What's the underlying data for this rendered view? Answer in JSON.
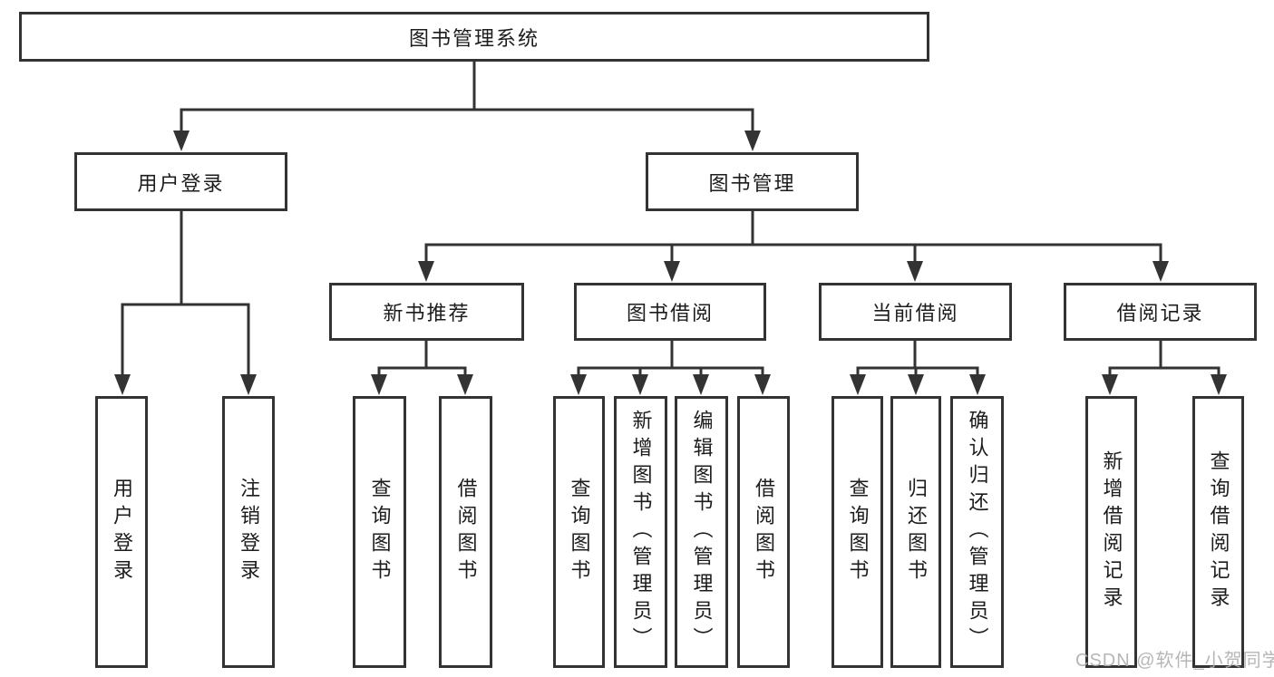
{
  "diagram": {
    "type": "hierarchy-tree",
    "root": {
      "label": "图书管理系统",
      "children": [
        {
          "label": "用户登录",
          "children": [
            {
              "label": "用户登录"
            },
            {
              "label": "注销登录"
            }
          ]
        },
        {
          "label": "图书管理",
          "children": [
            {
              "label": "新书推荐",
              "children": [
                {
                  "label": "查询图书"
                },
                {
                  "label": "借阅图书"
                }
              ]
            },
            {
              "label": "图书借阅",
              "children": [
                {
                  "label": "查询图书"
                },
                {
                  "label": "新增图书（管理员）"
                },
                {
                  "label": "编辑图书（管理员）"
                },
                {
                  "label": "借阅图书"
                }
              ]
            },
            {
              "label": "当前借阅",
              "children": [
                {
                  "label": "查询图书"
                },
                {
                  "label": "归还图书"
                },
                {
                  "label": "确认归还（管理员）"
                }
              ]
            },
            {
              "label": "借阅记录",
              "children": [
                {
                  "label": "新增借阅记录"
                },
                {
                  "label": "查询借阅记录"
                }
              ]
            }
          ]
        }
      ]
    }
  },
  "watermark": {
    "text": "CSDN @软件_小贺同学",
    "color": "#afafaf"
  },
  "colors": {
    "background": "#ffffff",
    "box_border": "#333333",
    "connector_line": "#333333",
    "text": "#1c1c1c"
  }
}
